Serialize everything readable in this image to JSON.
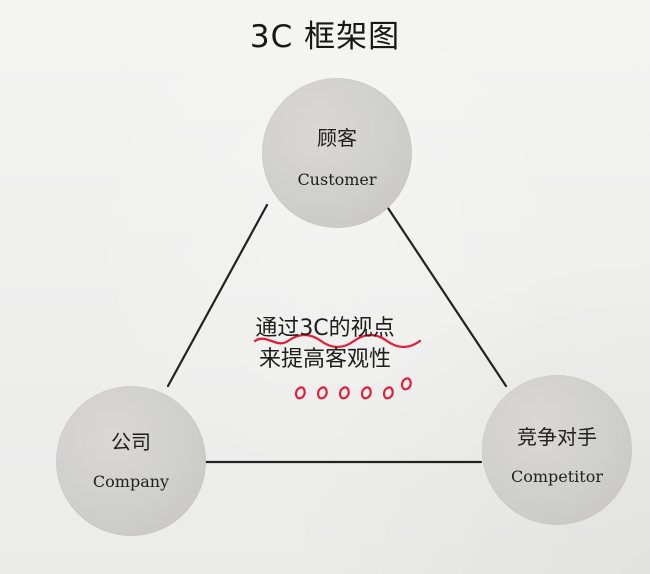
{
  "diagram": {
    "title": "3C 框架图",
    "nodes": {
      "customer": {
        "zh": "顾客",
        "en": "Customer"
      },
      "company": {
        "zh": "公司",
        "en": "Company"
      },
      "competitor": {
        "zh": "竞争对手",
        "en": "Competitor"
      }
    },
    "center_text": {
      "line1": "通过3C的视点",
      "line2": "来提高客观性"
    },
    "colors": {
      "background": "#efefee",
      "node_fill": "#cfcfcd",
      "line": "#222222",
      "annotation_red": "#e01f3b"
    }
  }
}
